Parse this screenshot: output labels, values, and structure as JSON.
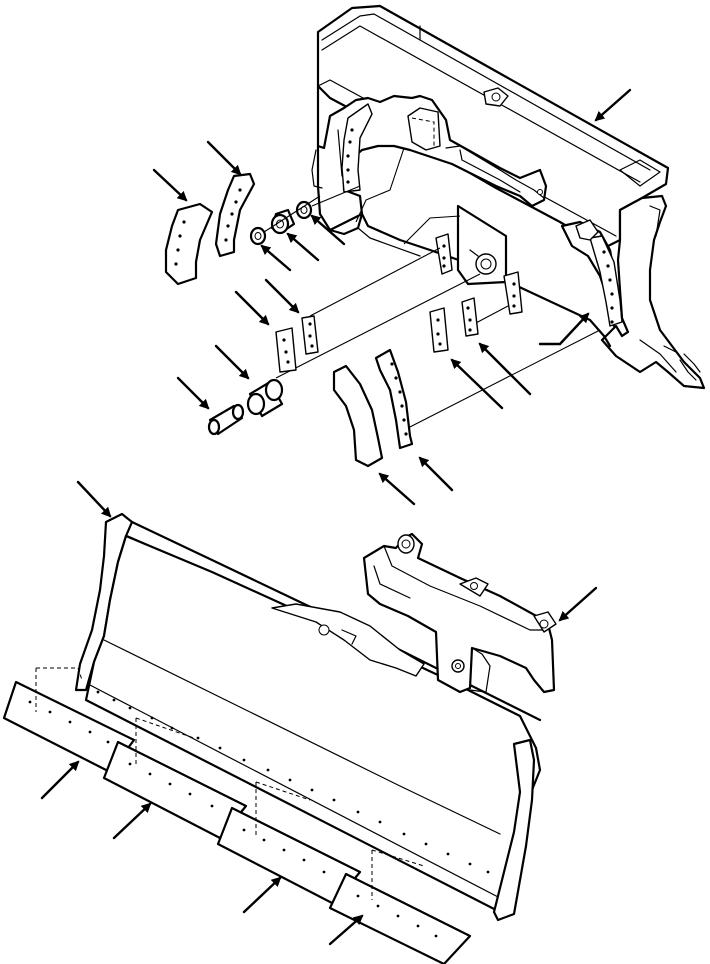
{
  "figure": {
    "callout_arrows": [
      "arrow-frame",
      "arrow-trunnion-insert-left-outer",
      "arrow-trunnion-insert-left-inner",
      "arrow-bearing-small",
      "arrow-bearing-large",
      "arrow-bearing-mid",
      "arrow-plate-a",
      "arrow-plate-b",
      "arrow-plate-c",
      "arrow-plate-d",
      "arrow-pin",
      "arrow-sleeve",
      "arrow-insert-outer",
      "arrow-insert-inner",
      "arrow-bracket-right",
      "arrow-blade",
      "arrow-tilt-arm",
      "arrow-cutting-edge-1",
      "arrow-cutting-edge-2",
      "arrow-cutting-edge-3",
      "arrow-cutting-edge-4"
    ]
  }
}
